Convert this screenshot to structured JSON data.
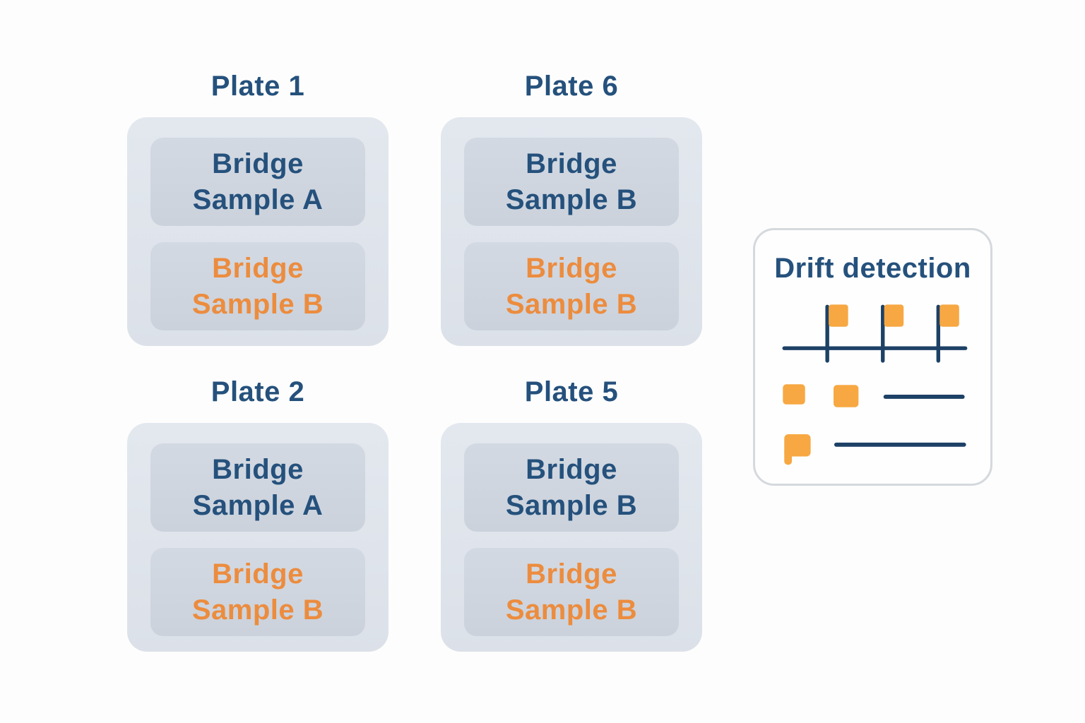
{
  "palette": {
    "page_bg": "#fdfdfd",
    "navy_text": "#25517c",
    "navy_line": "#1d4166",
    "orange_text": "#ec8c3e",
    "orange_icon": "#f7a843",
    "plate_bg_top": "#e3e8ef",
    "plate_bg_bottom": "#dce1e9",
    "well_bg_top": "#d3d9e2",
    "well_bg_bottom": "#cbd2dc",
    "panel_border": "#d5d9dd",
    "panel_bg": "#fefefe"
  },
  "plates": [
    {
      "name": "Plate 1",
      "slot_a": {
        "line1": "Bridge",
        "line2": "Sample A",
        "tone": "navy"
      },
      "slot_b": {
        "line1": "Bridge",
        "line2": "Sample B",
        "tone": "orange"
      }
    },
    {
      "name": "Plate 6",
      "slot_a": {
        "line1": "Bridge",
        "line2": "Sample B",
        "tone": "navy"
      },
      "slot_b": {
        "line1": "Bridge",
        "line2": "Sample B",
        "tone": "orange"
      }
    },
    {
      "name": "Plate 2",
      "slot_a": {
        "line1": "Bridge",
        "line2": "Sample A",
        "tone": "navy"
      },
      "slot_b": {
        "line1": "Bridge",
        "line2": "Sample B",
        "tone": "orange"
      }
    },
    {
      "name": "Plate 5",
      "slot_a": {
        "line1": "Bridge",
        "line2": "Sample B",
        "tone": "navy"
      },
      "slot_b": {
        "line1": "Bridge",
        "line2": "Sample B",
        "tone": "orange"
      }
    }
  ],
  "drift_panel": {
    "title": "Drift detection",
    "icons": [
      "timeline-with-flags-icon",
      "two-squares-short-line-icon",
      "flag-long-line-icon"
    ]
  }
}
